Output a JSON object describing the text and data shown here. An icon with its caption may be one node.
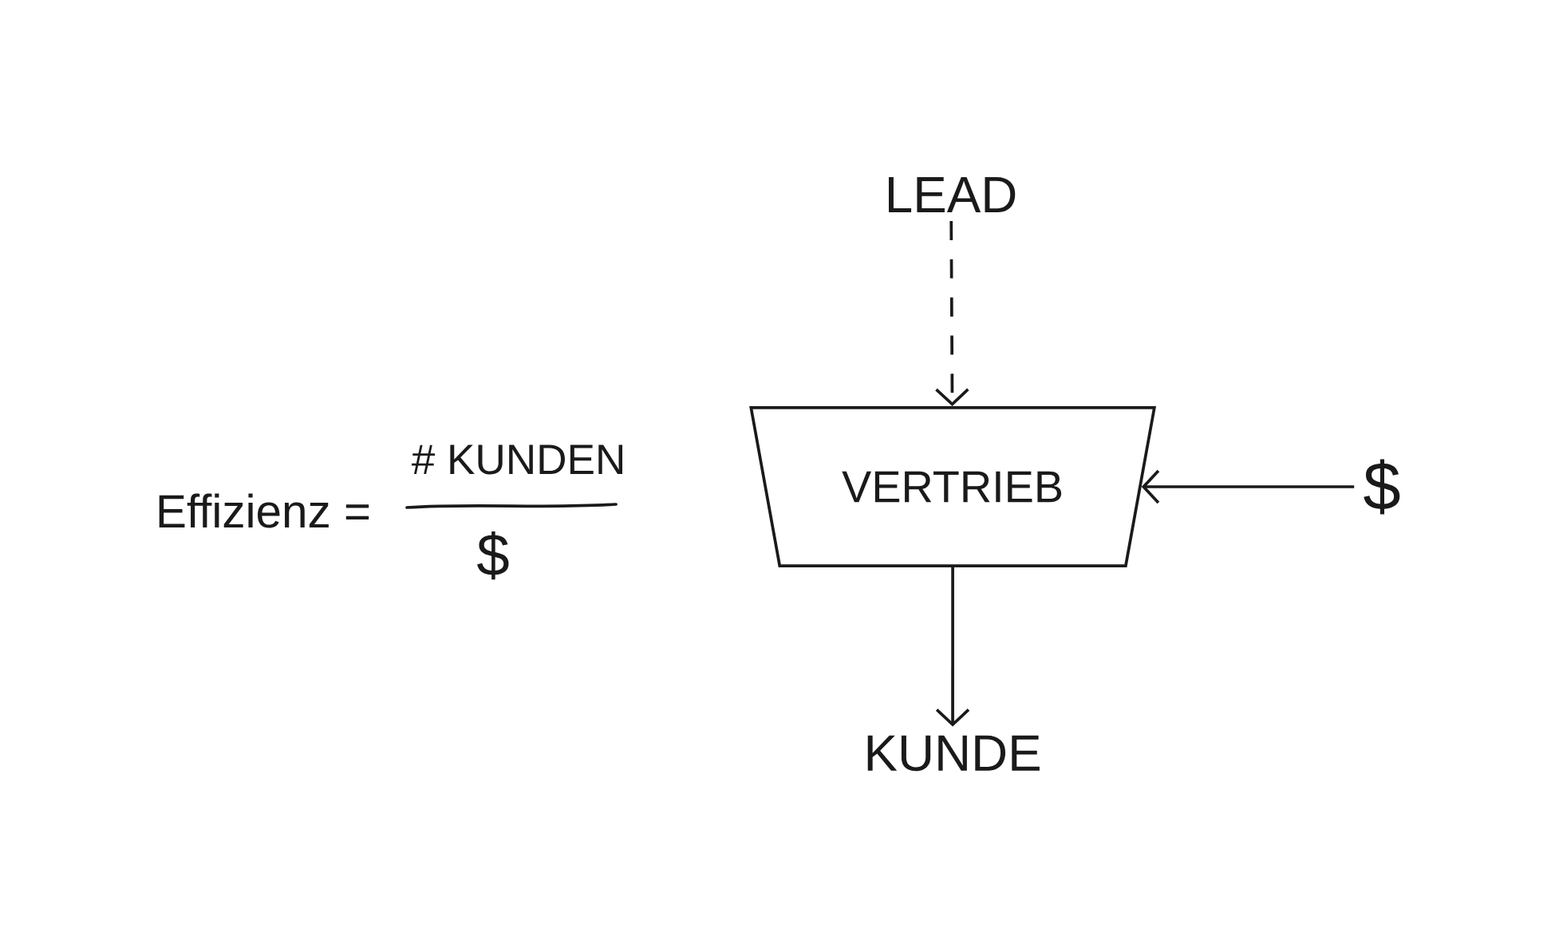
{
  "diagram": {
    "nodes": [
      {
        "text": [
          "LEAD"
        ]
      },
      {
        "text": [
          "VERTRIEB"
        ]
      },
      {
        "text": [
          "$"
        ]
      },
      {
        "text": [
          "KUNDE"
        ]
      }
    ],
    "edges": [
      {
        "from": 0,
        "to": 1,
        "arrow": "to",
        "style": "dashed"
      },
      {
        "from": 2,
        "to": 1,
        "arrow": "to"
      },
      {
        "from": 1,
        "to": 3,
        "arrow": "to"
      }
    ],
    "labels": [
      "Effizienz =",
      "# KUNDEN",
      "$"
    ]
  }
}
